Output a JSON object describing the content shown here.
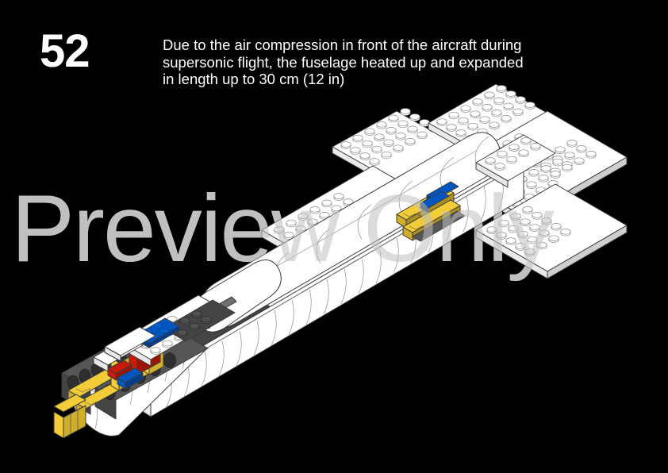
{
  "page": {
    "background_color": "#000000",
    "step_number": "52",
    "instruction_text": "Due to the air compression in front of the aircraft during\nsupersonic flight, the fuselage heated up and expanded\nin length up to 30 cm (12 in)",
    "text_color": "#ffffff"
  },
  "watermark": {
    "text": "Preview Only",
    "color": "#c0c0c0"
  },
  "model": {
    "name": "lego-concorde-supersonic-airliner",
    "view": "isometric",
    "description": "LEGO brick-built supersonic airliner fuselage with delta wings and tailplane, viewed isometrically with the nose at lower-left and tail at upper-right",
    "colors": {
      "white": "#ffffff",
      "light_gray": "#d6d6d6",
      "mid_gray": "#9b9b9b",
      "dark_gray": "#4a4a4a",
      "outline": "#3a3a3a",
      "yellow": "#f2cd37",
      "yellow_shade": "#c9a82c",
      "blue": "#0055bf",
      "blue_shade": "#00408f",
      "red": "#c91a09",
      "red_shade": "#9c1407"
    }
  }
}
